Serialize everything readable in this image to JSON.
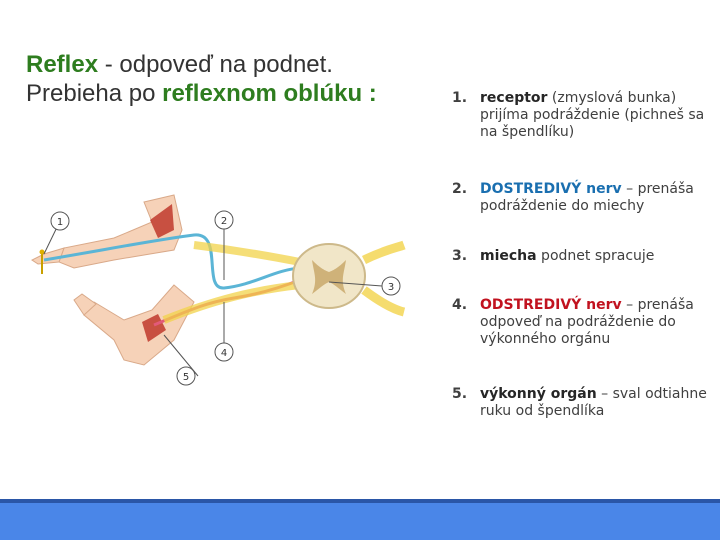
{
  "title": {
    "line1_highlight": "Reflex",
    "line1_rest": " - odpoveď na podnet.",
    "line2_start": "Prebieha po ",
    "line2_highlight": "reflexnom oblúku :"
  },
  "diagram_labels": [
    "1",
    "2",
    "3",
    "4",
    "5"
  ],
  "steps": [
    {
      "num": "1.",
      "key": "receptor",
      "rest": " (zmyslová bunka) prijíma podráždenie (pichneš sa na špendlíku)"
    },
    {
      "num": "2.",
      "key": "DOSTREDIVÝ nerv",
      "rest": " – prenáša podráždenie do miechy"
    },
    {
      "num": "3.",
      "key": "miecha",
      "rest": " podnet spracuje"
    },
    {
      "num": "4.",
      "key": "ODSTREDIVÝ nerv",
      "rest": " – prenáša odpoveď na podráždenie do výkonného orgánu"
    },
    {
      "num": "5.",
      "key": "výkonný orgán",
      "rest": " – sval odtiahne ruku od špendlíka"
    }
  ],
  "colors": {
    "title_highlight": "#2e7d1f",
    "afferent": "#1a6fb0",
    "efferent": "#c1121f",
    "bar": "#4a86e8"
  }
}
